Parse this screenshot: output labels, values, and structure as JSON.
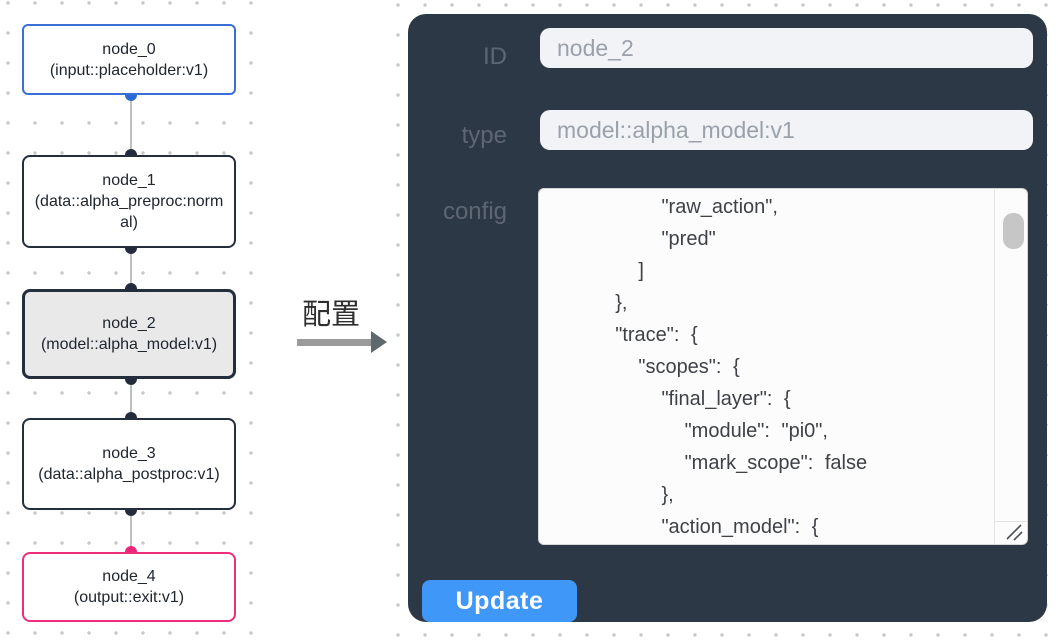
{
  "graph": {
    "selected_node": "node_2",
    "nodes": [
      {
        "name": "node_0",
        "type": "(input::placeholder:v1)"
      },
      {
        "name": "node_1",
        "type": "(data::alpha_preproc:normal)"
      },
      {
        "name": "node_2",
        "type": "(model::alpha_model:v1)"
      },
      {
        "name": "node_3",
        "type": "(data::alpha_postproc:v1)"
      },
      {
        "name": "node_4",
        "type": "(output::exit:v1)"
      }
    ]
  },
  "transfer_arrow": {
    "label": "配置"
  },
  "config_panel": {
    "id_field": {
      "label": "ID",
      "value": "node_2"
    },
    "type_field": {
      "label": "type",
      "value": "model::alpha_model:v1"
    },
    "config_field": {
      "label": "config",
      "visible_text": "        \"raw_action\",\n        \"pred\"\n      ]\n    },\n    \"trace\": {\n      \"scopes\": {\n        \"final_layer\": {\n          \"module\": \"pi0\",\n          \"mark_scope\": false\n        },\n        \"action_model\": {"
    },
    "update_button": "Update"
  },
  "colors": {
    "panel_background": "#2d3847",
    "input_node_accent": "#3a6fd8",
    "output_node_accent": "#ee2e7b",
    "default_node_border": "#252e3c",
    "selected_node_fill": "#e9e9ea",
    "input_field_background": "#f1f3f7",
    "update_button_blue": "#3f97f7",
    "arrow_gray": "#9a9a9a"
  }
}
